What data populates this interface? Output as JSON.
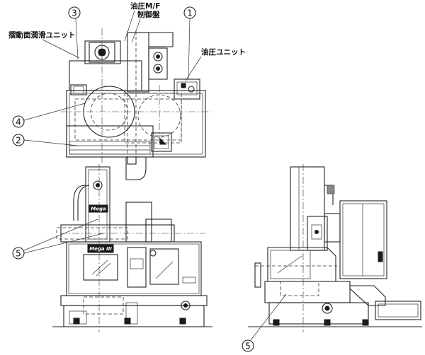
{
  "labels": {
    "sliding_lube_unit": "摺動面潤滑ユニット",
    "hydraulic_mf": "油圧M/F",
    "control_panel": "制御盤",
    "hydraulic_unit": "油圧ユニット"
  },
  "callouts": {
    "c1": "1",
    "c2": "2",
    "c3": "3",
    "c4": "4",
    "c5_front": "5",
    "c5_side": "5"
  },
  "nameplates": {
    "column_logo": "Mega",
    "cover_logo": "Mega III"
  }
}
